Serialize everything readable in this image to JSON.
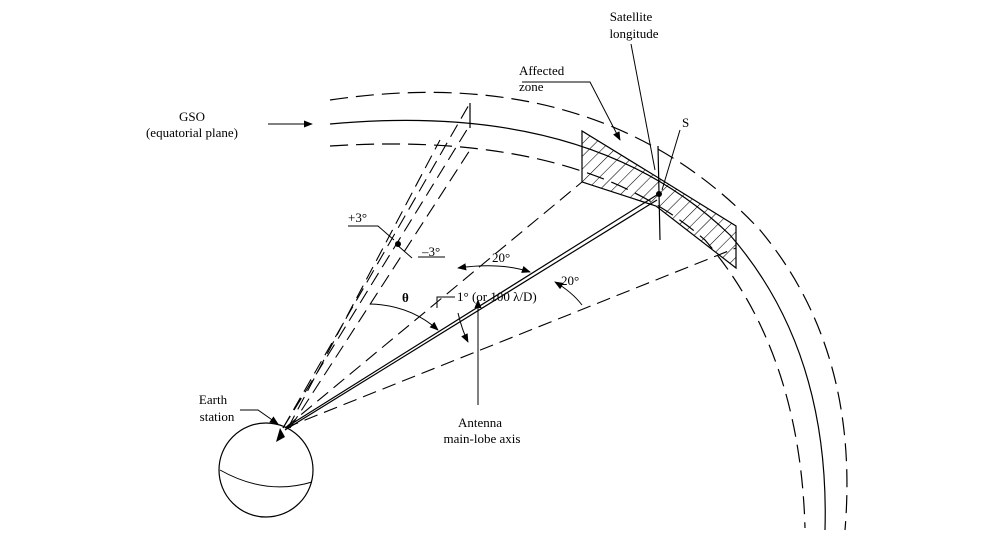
{
  "labels": {
    "gso_line1": "GSO",
    "gso_line2": "(equatorial plane)",
    "satellite_longitude_line1": "Satellite",
    "satellite_longitude_line2": "longitude",
    "affected_zone_line1": "Affected",
    "affected_zone_line2": "zone",
    "satellite_s": "S",
    "plus_3": "+3°",
    "minus_3": "–3°",
    "angle_20_upper": "20°",
    "angle_20_lower": "20°",
    "theta": "θ",
    "beamwidth": "1° (or 100 λ/D)",
    "antenna_line1": "Antenna",
    "antenna_line2": "main-lobe axis",
    "earth_station_line1": "Earth",
    "earth_station_line2": "station"
  }
}
